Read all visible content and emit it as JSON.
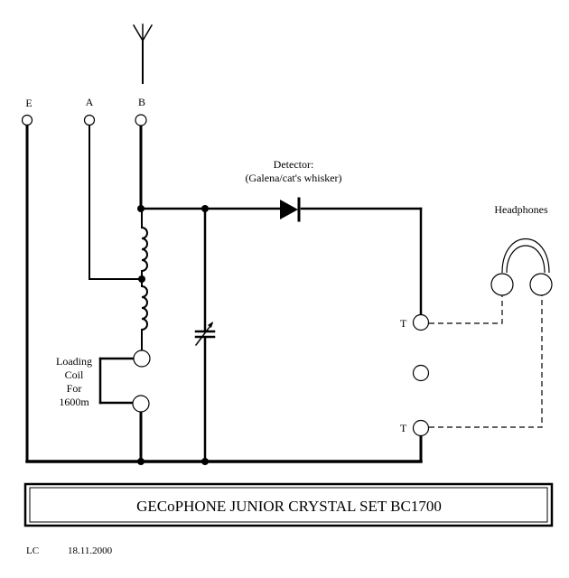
{
  "diagram": {
    "type": "circuit-schematic",
    "title": "GECoPHONE JUNIOR CRYSTAL SET BC1700",
    "author": "LC",
    "date": "18.11.2000",
    "terminals": {
      "earth": "E",
      "aerial_a": "A",
      "aerial_b": "B",
      "phone_top": "T",
      "phone_bottom": "T"
    },
    "labels": {
      "detector_line1": "Detector:",
      "detector_line2": "(Galena/cat's whisker)",
      "headphones": "Headphones",
      "loading_line1": "Loading",
      "loading_line2": "Coil",
      "loading_line3": "For",
      "loading_line4": "1600m"
    },
    "components": [
      {
        "name": "antenna",
        "symbol": "antenna-icon"
      },
      {
        "name": "tapped tuning coil",
        "symbol": "inductor-icon",
        "taps": 2
      },
      {
        "name": "variable tuning capacitor",
        "symbol": "variable-capacitor-icon"
      },
      {
        "name": "crystal detector",
        "symbol": "diode-icon"
      },
      {
        "name": "headphones",
        "symbol": "headphones-icon"
      },
      {
        "name": "loading coil link",
        "symbol": "terminal-pair"
      }
    ],
    "colors": {
      "ink": "#000000",
      "paper": "#ffffff"
    }
  }
}
